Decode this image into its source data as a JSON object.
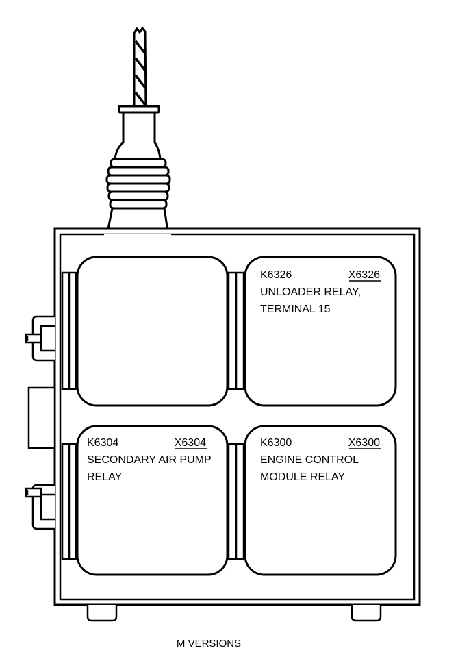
{
  "diagram": {
    "caption": "M VERSIONS",
    "relays": [
      {
        "id": "K6326",
        "connector": "X6326",
        "lines": [
          "UNLOADER RELAY,",
          "TERMINAL 15"
        ]
      },
      {
        "id": "K6304",
        "connector": "X6304",
        "lines": [
          "SECONDARY AIR PUMP",
          "RELAY"
        ]
      },
      {
        "id": "K6300",
        "connector": "X6300",
        "lines": [
          "ENGINE CONTROL",
          "MODULE RELAY"
        ]
      }
    ],
    "colors": {
      "ink": "#000000",
      "paper": "#ffffff"
    }
  }
}
